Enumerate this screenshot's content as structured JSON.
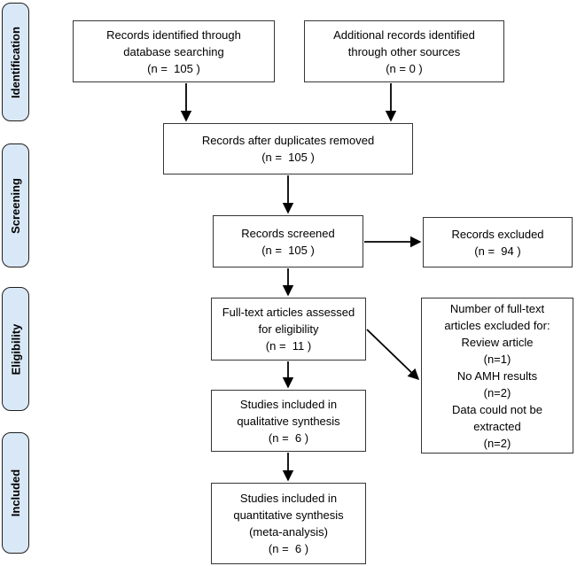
{
  "stages": [
    {
      "label": "Identification"
    },
    {
      "label": "Screening"
    },
    {
      "label": "Eligibility"
    },
    {
      "label": "Included"
    }
  ],
  "nodes": {
    "identified_database": {
      "label": "Records identified through\ndatabase searching\n(n =  105 )"
    },
    "identified_other": {
      "label": "Additional records identified\nthrough other sources\n(n = 0 )"
    },
    "after_duplicates": {
      "label": "Records after duplicates removed\n(n =  105 )"
    },
    "screened": {
      "label": "Records screened\n(n =  105 )"
    },
    "excluded": {
      "label": "Records excluded\n(n =  94 )"
    },
    "fulltext_assessed": {
      "label": "Full-text articles assessed\nfor eligibility\n(n =  11 )"
    },
    "fulltext_excluded": {
      "label": "Number of full-text\narticles excluded for:\nReview article\n(n=1)\nNo AMH results\n(n=2)\nData could not be\nextracted\n(n=2)"
    },
    "qualitative_synthesis": {
      "label": "Studies included in\nqualitative synthesis\n(n =  6 )"
    },
    "quantitative_synthesis": {
      "label": "Studies included in\nquantitative synthesis\n(meta-analysis)\n(n =  6 )"
    }
  },
  "edges": [
    {
      "from": "identified_database",
      "to": "after_duplicates"
    },
    {
      "from": "identified_other",
      "to": "after_duplicates"
    },
    {
      "from": "after_duplicates",
      "to": "screened"
    },
    {
      "from": "screened",
      "to": "excluded"
    },
    {
      "from": "screened",
      "to": "fulltext_assessed"
    },
    {
      "from": "fulltext_assessed",
      "to": "fulltext_excluded"
    },
    {
      "from": "fulltext_assessed",
      "to": "qualitative_synthesis"
    },
    {
      "from": "qualitative_synthesis",
      "to": "quantitative_synthesis"
    }
  ],
  "colors": {
    "stage_fill": "#d9e8f6",
    "stage_border": "#1f1f1f",
    "node_border": "#363636",
    "node_fill": "#ffffff",
    "arrow": "#000000",
    "background": "#ffffff"
  }
}
